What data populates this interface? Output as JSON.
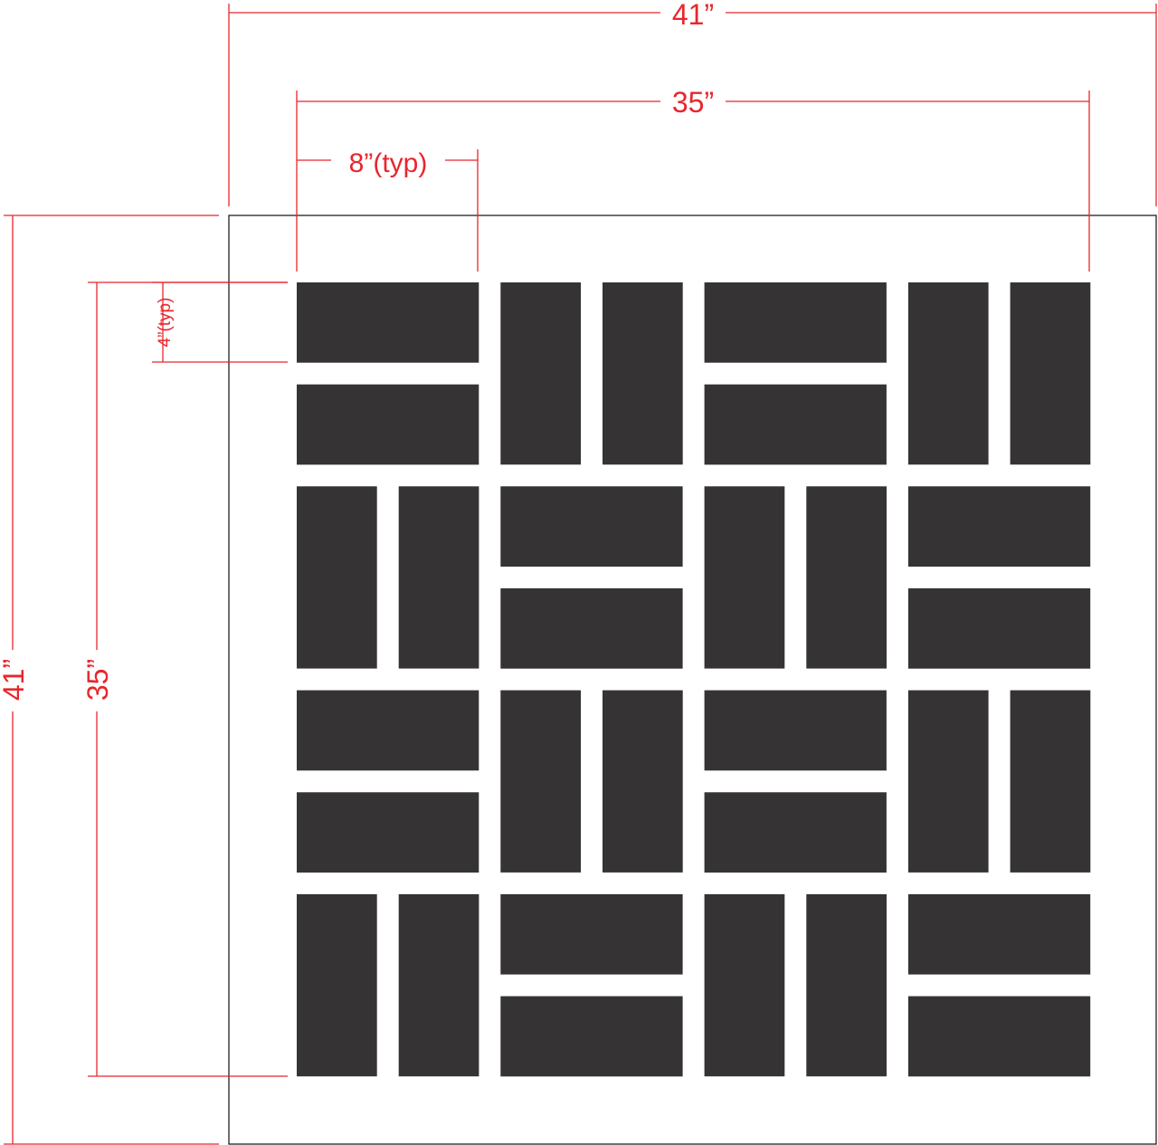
{
  "dimensions": {
    "outer_width": "41”",
    "inner_width": "35”",
    "block_length": "8”(typ)",
    "block_width": "4”(typ)",
    "outer_height": "41”",
    "inner_height": "35”"
  },
  "pattern": {
    "grid": "4x4 basket-weave",
    "orientation_by_row": [
      [
        "horizontal",
        "vertical",
        "horizontal",
        "vertical"
      ],
      [
        "vertical",
        "horizontal",
        "vertical",
        "horizontal"
      ],
      [
        "horizontal",
        "vertical",
        "horizontal",
        "vertical"
      ],
      [
        "vertical",
        "horizontal",
        "vertical",
        "horizontal"
      ]
    ],
    "block_color": "#353334",
    "dimension_color": "#e8262d"
  }
}
